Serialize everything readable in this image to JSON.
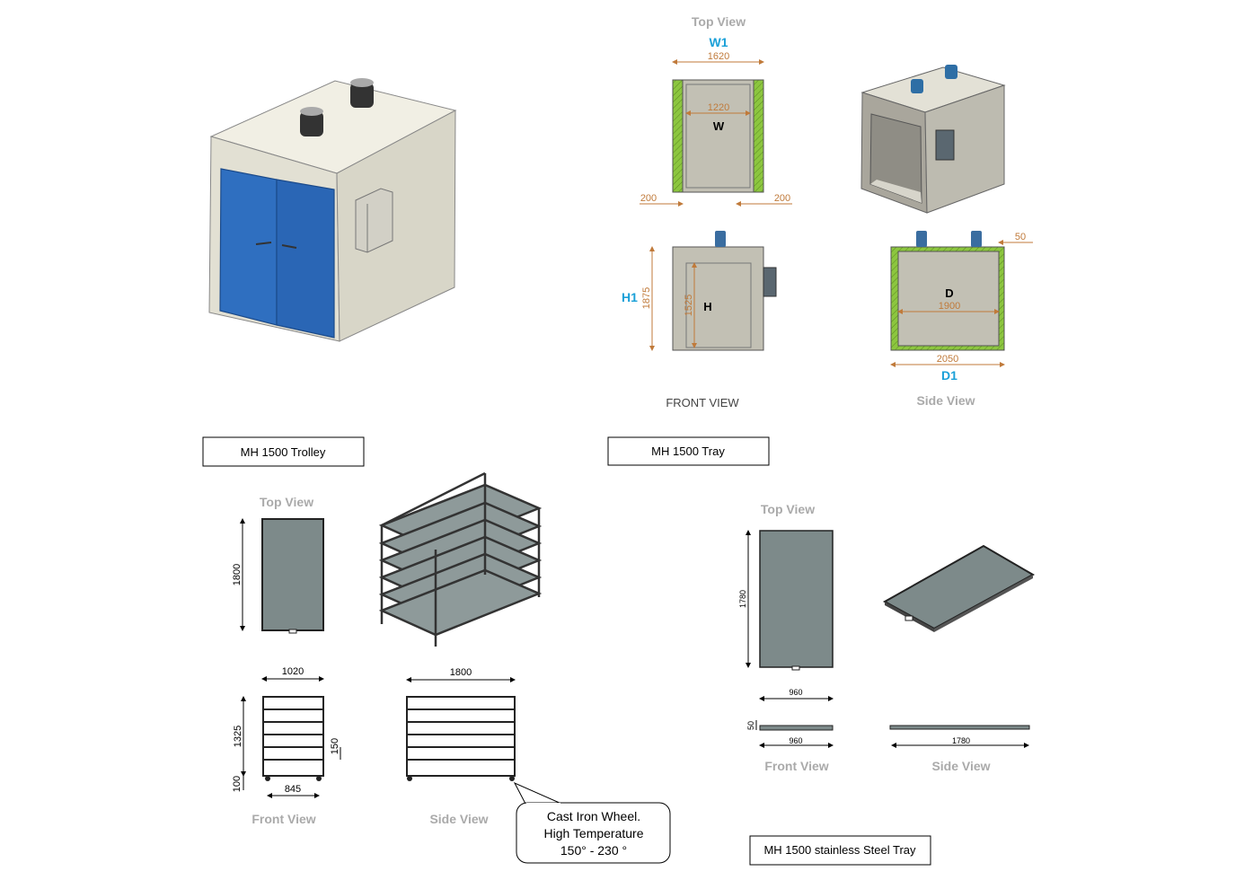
{
  "oven": {
    "top_view_label": "Top View",
    "front_view_label": "FRONT VIEW",
    "side_view_label": "Side View",
    "w1_label": "W1",
    "w_label": "W",
    "h1_label": "H1",
    "h_label": "H",
    "d_label": "D",
    "d1_label": "D1",
    "dim_outer_width": "1620",
    "dim_inner_width": "1220",
    "dim_wall_left": "200",
    "dim_wall_right": "200",
    "dim_outer_height": "1875",
    "dim_inner_height": "1525",
    "dim_inner_depth": "1900",
    "dim_outer_depth": "2050",
    "dim_top_wall": "50"
  },
  "trolley": {
    "title": "MH 1500 Trolley",
    "top_view_label": "Top View",
    "front_view_label": "Front View",
    "side_view_label": "Side View",
    "dim_top_length": "1800",
    "dim_front_width": "1020",
    "dim_front_height": "1325",
    "dim_shelf_spacing": "150",
    "dim_base_height": "100",
    "dim_wheel_span": "845",
    "dim_side_length": "1800",
    "callout_lines": [
      "Cast Iron Wheel.",
      "High Temperature",
      "150° - 230 °"
    ]
  },
  "tray": {
    "title_top": "MH 1500 Tray",
    "title_bottom": "MH 1500 stainless Steel Tray",
    "top_view_label": "Top View",
    "front_view_label": "Front View",
    "side_view_label": "Side View",
    "dim_length": "1780",
    "dim_width": "960",
    "dim_height": "50",
    "dim_front_width": "960",
    "dim_side_length": "1780"
  }
}
